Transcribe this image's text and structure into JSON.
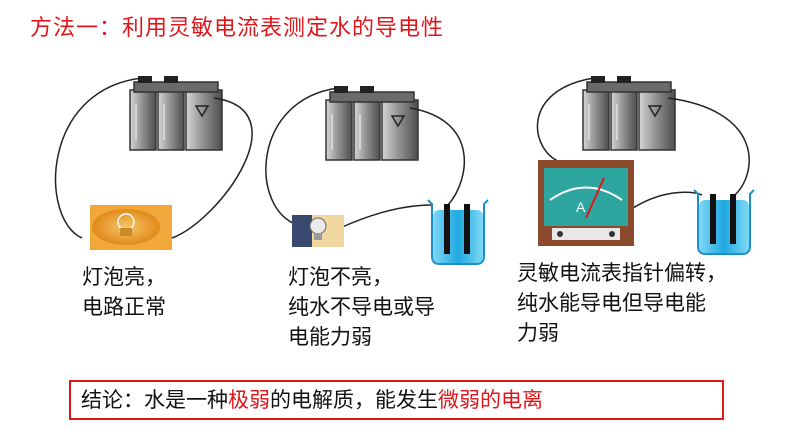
{
  "title": "方法一：利用灵敏电流表测定水的导电性",
  "captions": {
    "c1": [
      "灯泡亮，",
      "电路正常"
    ],
    "c2": [
      "灯泡不亮，",
      "纯水不导电或导",
      "电能力弱"
    ],
    "c3": [
      "灵敏电流表指针偏转，",
      "纯水能导电但导电能",
      "力弱"
    ]
  },
  "conclusion": {
    "prefix": "结论：水是一种",
    "highlight1": "极弱",
    "middle": "的电解质，能发生",
    "highlight2": "微弱的电离"
  },
  "meter_label": "A",
  "colors": {
    "accent": "#e0161b",
    "water": "#29b6e8",
    "electrode": "#111111",
    "meter": "#8b4a2b",
    "glow": "#f5a623"
  }
}
